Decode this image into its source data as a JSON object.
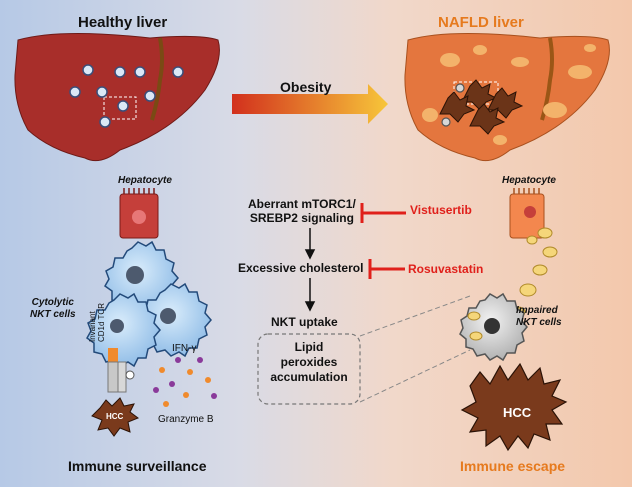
{
  "titles": {
    "left": "Healthy liver",
    "right": "NAFLD liver"
  },
  "arrow_label": "Obesity",
  "hepatocyte_label": "Hepatocyte",
  "cells": {
    "cytolytic_line1": "Cytolytic",
    "cytolytic_line2": "NKT cells",
    "impaired_line1": "Impaired",
    "impaired_line2": "NKT cells"
  },
  "pathway": {
    "step1_line1": "Aberrant mTORC1/",
    "step1_line2": "SREBP2 signaling",
    "step2": "Excessive cholesterol",
    "step3": "NKT uptake",
    "box_line1": "Lipid",
    "box_line2": "peroxides",
    "box_line3": "accumulation"
  },
  "inhibitors": {
    "first": "Vistusertib",
    "second": "Rosuvastatin"
  },
  "molecules": {
    "ifn": "IFN-γ",
    "granzyme": "Granzyme B",
    "receptor_line1": "Invariant",
    "receptor_line2": "CD1d",
    "receptor_line3": "TCR"
  },
  "tumor_label": "HCC",
  "outcomes": {
    "left": "Immune surveillance",
    "right": "Immune escape"
  },
  "colors": {
    "healthy_liver": "#a82e2a",
    "nafld_liver": "#e4763e",
    "inhibitor": "#e0201b",
    "accent_orange": "#e67a1e",
    "nkt_cell": "#9ec5ec",
    "tumor": "#7a3a1c"
  }
}
